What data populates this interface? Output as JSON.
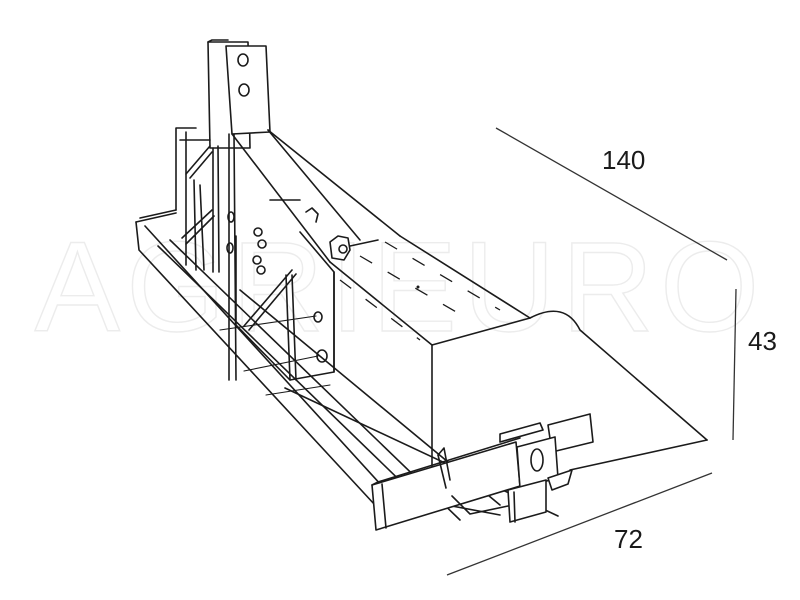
{
  "figure": {
    "subject": "Tractor-mounted box blade / leveler technical drawing",
    "watermark": "AGRIEURO",
    "line_color": "#1b1b1b",
    "background": "#ffffff",
    "watermark_color": "#ececec"
  },
  "dimensions": {
    "length": {
      "value": "140",
      "label": "140"
    },
    "height": {
      "value": "43",
      "label": "43"
    },
    "width": {
      "value": "72",
      "label": "72"
    }
  },
  "parts": [
    {
      "name": "three-point-hitch-mast"
    },
    {
      "name": "diagonal-brace-arm"
    },
    {
      "name": "side-plate-with-holes"
    },
    {
      "name": "hex-nut-bolt"
    },
    {
      "name": "main-box-body"
    },
    {
      "name": "curved-end-plate"
    },
    {
      "name": "front-blade-bar"
    },
    {
      "name": "locking-latch-bracket"
    },
    {
      "name": "base-skid-frame"
    }
  ]
}
